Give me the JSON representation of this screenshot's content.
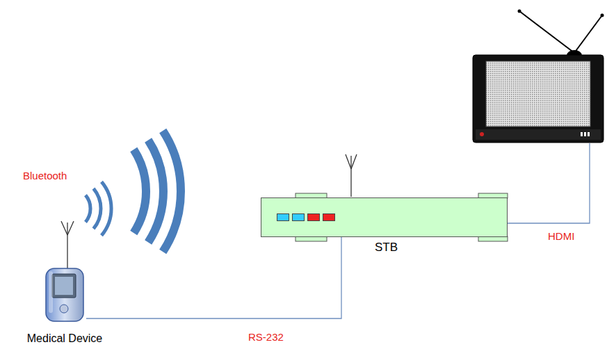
{
  "diagram": {
    "nodes": [
      {
        "text": [
          "Medical Device"
        ]
      },
      {
        "text": [
          "STB"
        ]
      }
    ],
    "edges": [
      {
        "from": 0,
        "to": 1,
        "arrow": "none",
        "label": "RS-232"
      }
    ],
    "labels": [
      "Bluetooth",
      "HDMI"
    ]
  }
}
